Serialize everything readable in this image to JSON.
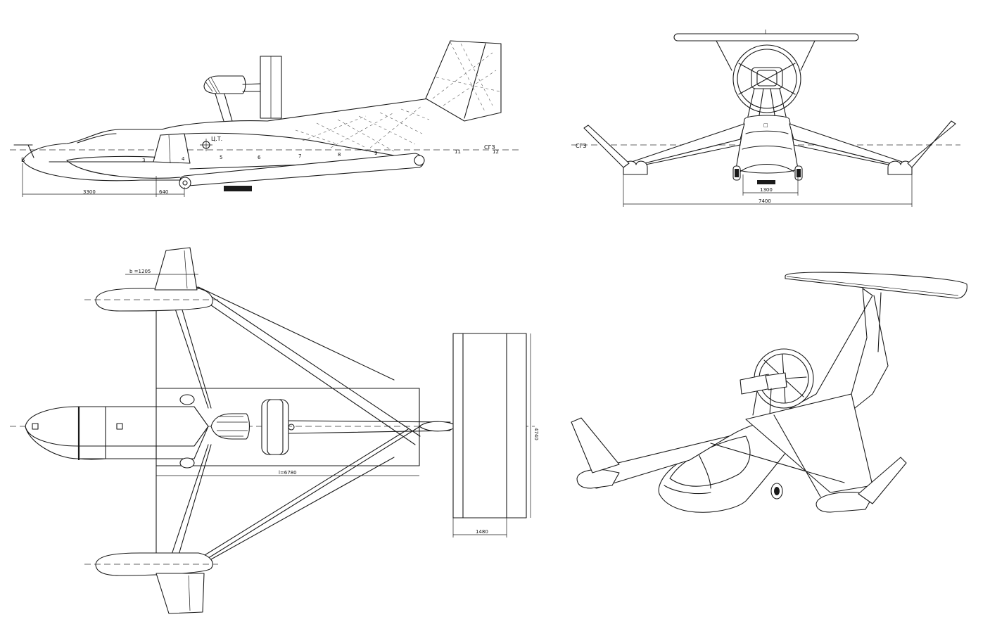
{
  "drawing": {
    "side_view": {
      "dim_nose": "3300",
      "dim_gear": "640",
      "cg_label": "Ц.Т.",
      "waterline_label": "СГЗ",
      "station_labels": [
        "3",
        "4",
        "5",
        "6",
        "7",
        "8",
        "9",
        "11",
        "12"
      ],
      "nose_label": "Б"
    },
    "front_view": {
      "waterline_label": "СГЗ",
      "dim_track": "1300",
      "dim_span": "7400"
    },
    "top_view": {
      "dim_chord": "b =1205",
      "dim_length": "l=6780",
      "dim_stab_span": "4740",
      "dim_stab_chord": "1480"
    }
  }
}
